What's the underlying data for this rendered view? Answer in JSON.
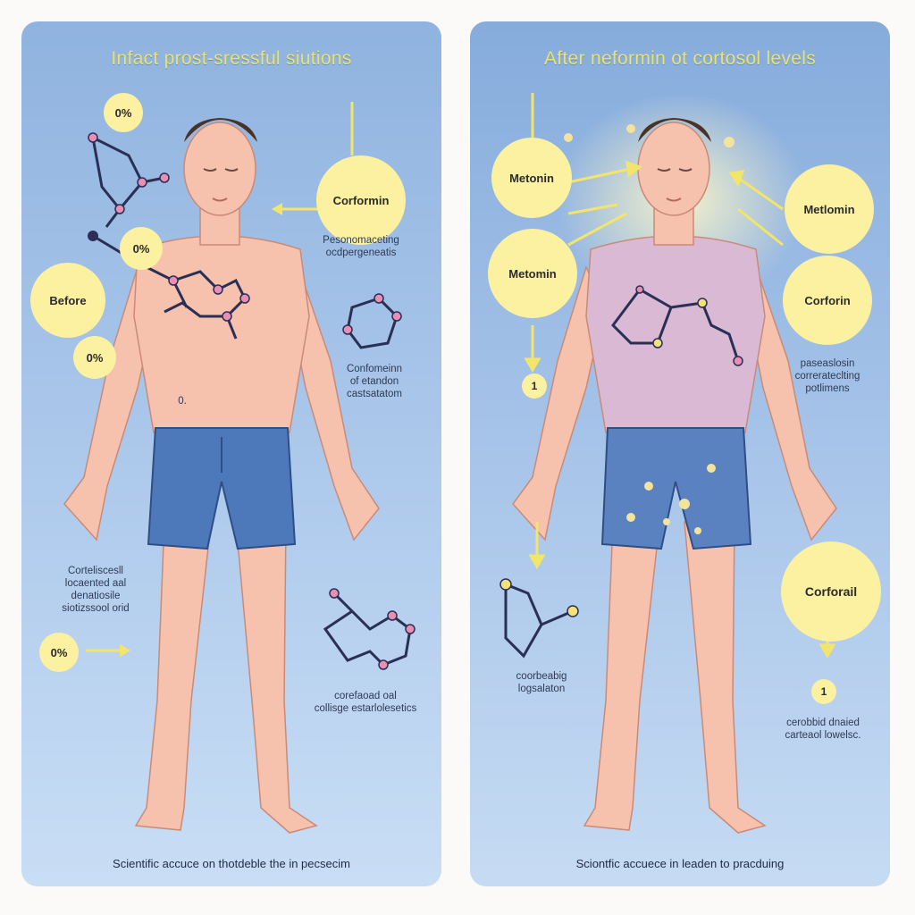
{
  "left": {
    "title": "Infact prost-sressful siutions",
    "badges": {
      "top_pct": "0%",
      "mid_pct": "0%",
      "before": "Before",
      "low_pct": "0%",
      "bottom_pct": "0%",
      "cortomin": "Corformin"
    },
    "labels": {
      "upper_right": "Pesonomaceting\nocdpergeneatis",
      "mid_right": "Confomeinn\nof etandon\ncastsatatom",
      "lower_left": "Corteliscesll\nlocaented aal\ndenatiosile\nsiotizssool orid",
      "lower_right": "corefaoad oal\ncollisge estarlolesetics",
      "torso_mark": "0."
    },
    "footer": "Scientific accuce on thotdeble the in pecsecim"
  },
  "right": {
    "title": "After neformin  ot cortosol levels",
    "badges": {
      "metformin_top_left": "Metonin",
      "metformin_left": "Metomin",
      "metformin_right": "Metlomin",
      "corformin": "Corforin",
      "corforail": "Corforail",
      "step_one": "1",
      "step_two": "1"
    },
    "labels": {
      "mid_right": "paseaslosin\ncorrerateclting\npotlimens",
      "lower_left": "coorbeabig\nlogsalaton",
      "lower_right": "cerobbid dnaied\ncarteaol lowelsc."
    },
    "footer": "Sciontfic accuece in leaden to pracduing"
  },
  "colors": {
    "badge": "#fbf1a0",
    "arrow": "#f2e56a",
    "bond": "#2a2f55",
    "atom_pink": "#e98fb6",
    "atom_yellow": "#f3e27a",
    "skin": "#f6c2ae",
    "shorts": "#4d78ba"
  }
}
